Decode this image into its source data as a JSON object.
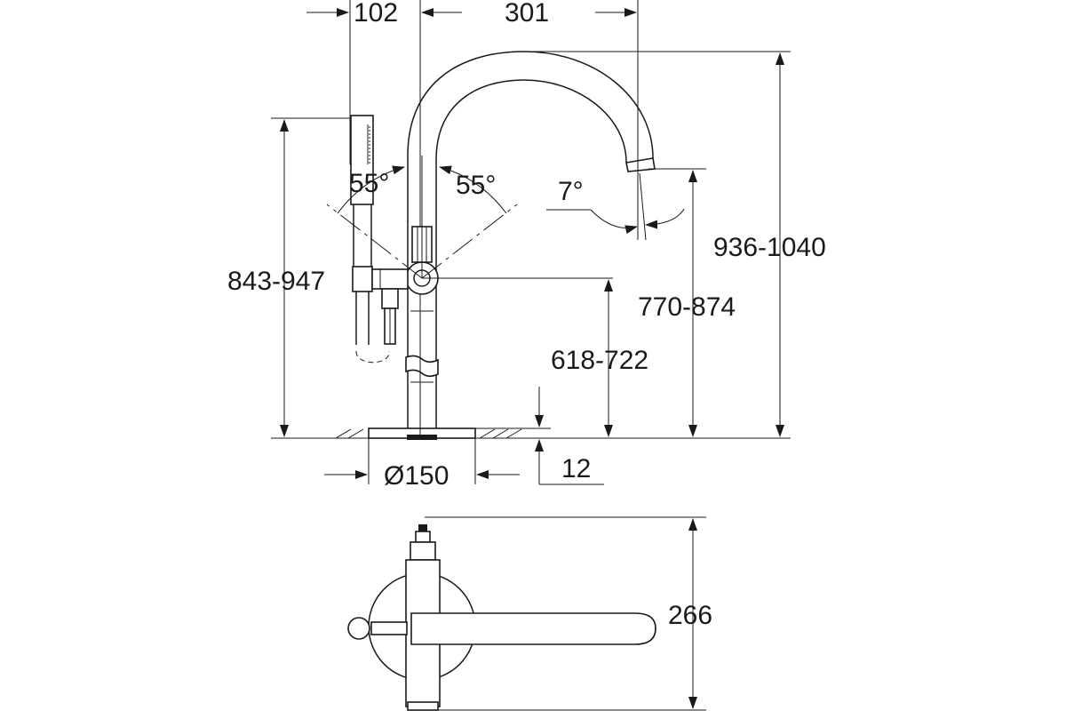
{
  "dimensions": {
    "hand_shower_offset": "102",
    "spout_reach": "301",
    "handle_left_angle": "55°",
    "handle_right_angle": "55°",
    "spout_angle": "7°",
    "total_height": "936-1040",
    "shower_height": "843-947",
    "outlet_height": "770-874",
    "handle_height": "618-722",
    "base_diameter": "Ø150",
    "base_thickness": "12",
    "top_view_depth": "266"
  }
}
